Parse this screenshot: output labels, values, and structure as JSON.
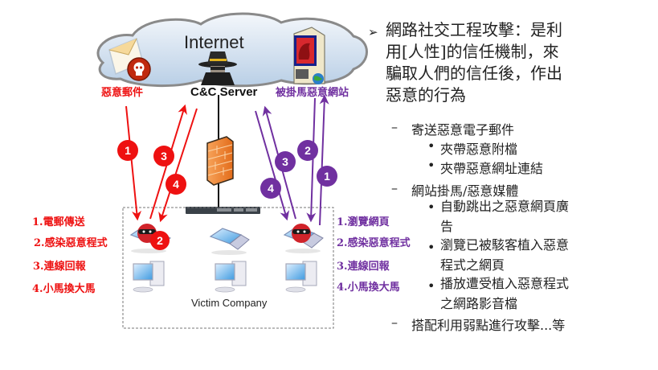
{
  "diagram": {
    "cloud_title": "Internet",
    "nodes": {
      "malicious_email": "惡意郵件",
      "cc_server": "C&C Server",
      "trojan_site": "被掛馬惡意網站",
      "victim_company": "Victim Company"
    },
    "email_flow": {
      "color": "#ee1111",
      "steps": [
        "1.電郵傳送",
        "2.感染惡意程式",
        "3.連線回報",
        "4.小馬換大馬"
      ],
      "badges": [
        "1",
        "3",
        "4",
        "2"
      ]
    },
    "web_flow": {
      "color": "#7030a0",
      "steps": [
        "1.瀏覽網頁",
        "2.感染惡意程式",
        "3.連線回報",
        "4.小馬換大馬"
      ],
      "badges": [
        "3",
        "2",
        "4",
        "1"
      ]
    }
  },
  "text": {
    "main_bullet_symbol": "➢",
    "main_lines": [
      "網路社交工程攻擊：是利",
      "用[人性]的信任機制，來",
      "騙取人們的信任後，作出",
      "惡意的行為"
    ],
    "sections": [
      {
        "dash": "–",
        "title": "寄送惡意電子郵件",
        "items": [
          [
            "夾帶惡意附檔"
          ],
          [
            "夾帶惡意網址連結"
          ]
        ]
      },
      {
        "dash": "–",
        "title": "網站掛馬/惡意媒體",
        "items": [
          [
            "自動跳出之惡意網頁廣",
            "告"
          ],
          [
            "瀏覽已被駭客植入惡意",
            "程式之網頁"
          ],
          [
            "播放遭受植入惡意程式",
            "之網路影音檔"
          ]
        ]
      },
      {
        "dash": "–",
        "title": "搭配利用弱點進行攻擊...等",
        "items": []
      }
    ],
    "sub_bullet_symbol": "•"
  }
}
